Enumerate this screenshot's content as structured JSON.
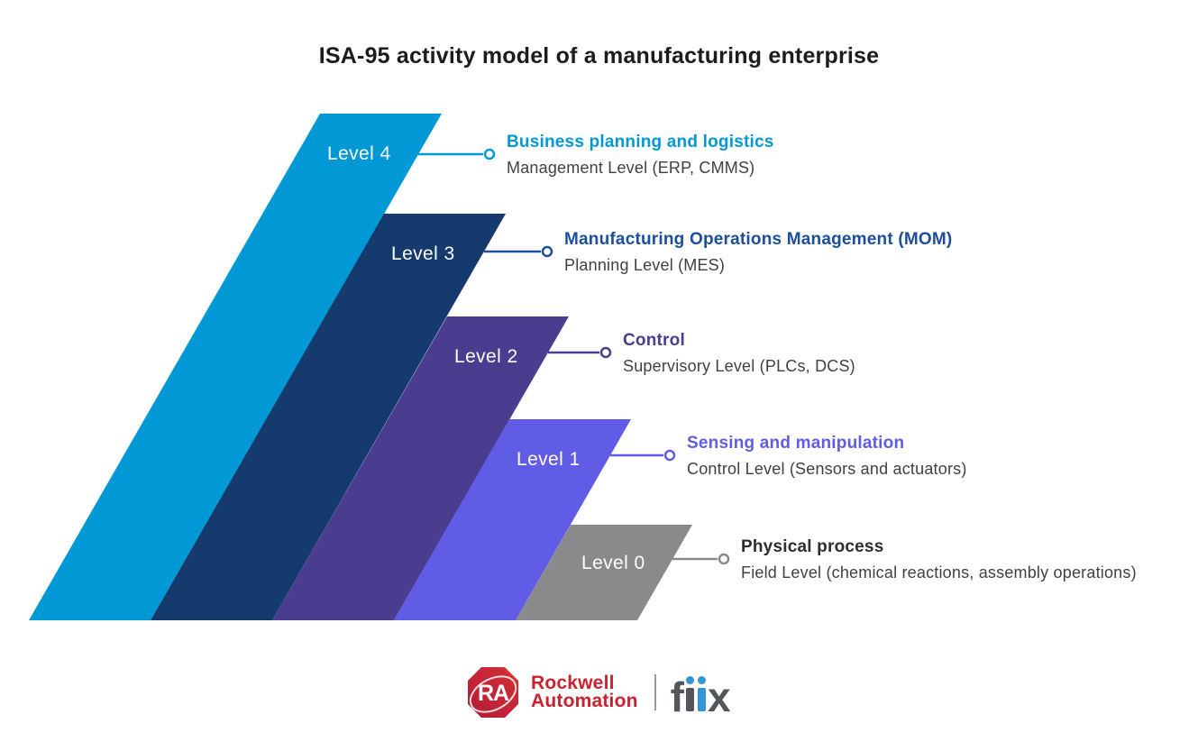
{
  "title": "ISA-95 activity model of a manufacturing enterprise",
  "levels": [
    {
      "label": "Level 4",
      "title": "Business planning and logistics",
      "subtitle": "Management Level (ERP, CMMS)",
      "bar_color": "#0099D6",
      "accent_color": "#0099D6",
      "title_color": "#0099D6"
    },
    {
      "label": "Level 3",
      "title": "Manufacturing Operations Management (MOM)",
      "subtitle": "Planning Level (MES)",
      "bar_color": "#143A6E",
      "accent_color": "#1C4E9C",
      "title_color": "#1C4E9C"
    },
    {
      "label": "Level 2",
      "title": "Control",
      "subtitle": "Supervisory Level (PLCs, DCS)",
      "bar_color": "#4A3D8F",
      "accent_color": "#4A3D8F",
      "title_color": "#4A3D8F"
    },
    {
      "label": "Level 1",
      "title": "Sensing and manipulation",
      "subtitle": "Control Level (Sensors and actuators)",
      "bar_color": "#615CE5",
      "accent_color": "#615CE5",
      "title_color": "#615CE5"
    },
    {
      "label": "Level 0",
      "title": "Physical process",
      "subtitle": "Field Level (chemical reactions, assembly operations)",
      "bar_color": "#8A8A8D",
      "accent_color": "#8A8A8D",
      "title_color": "#2E2E2E"
    }
  ],
  "colors": {
    "title_text": "#1C1C1E",
    "subtitle_text": "#414141",
    "rockwell_red": "#CE2130",
    "fiix_gray": "#54565B",
    "fiix_blue": "#3495D6",
    "divider_gray": "#97999B"
  },
  "footer": {
    "rockwell_monogram": "RA",
    "rockwell_name_line1": "Rockwell",
    "rockwell_name_line2": "Automation",
    "fiix_letter_f": "f",
    "fiix_letter_x": "x"
  }
}
